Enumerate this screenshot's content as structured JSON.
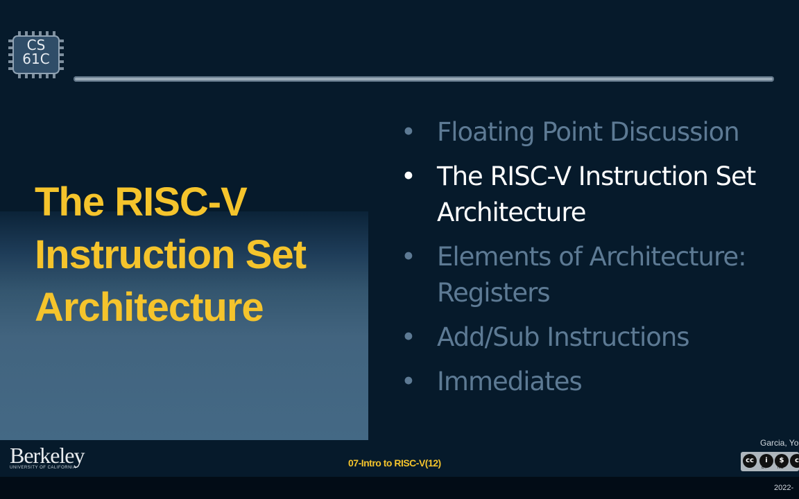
{
  "logo": {
    "line1": "CS",
    "line2": "61C"
  },
  "title": {
    "line1": "The RISC-V",
    "line2": "Instruction Set",
    "line3": "Architecture"
  },
  "agenda": [
    {
      "bullet": "•",
      "text": "Floating Point Discussion"
    },
    {
      "bullet": "•",
      "line1": "The RISC-V Instruction Set",
      "line2": "Architecture"
    },
    {
      "bullet": "•",
      "line1": "Elements of Architecture:",
      "line2": "Registers"
    },
    {
      "bullet": "•",
      "text": "Add/Sub Instructions"
    },
    {
      "bullet": "•",
      "text": "Immediates"
    }
  ],
  "footer": {
    "institution": "Berkeley",
    "institution_sub": "UNIVERSITY OF CALIFORNIA",
    "lecture": "07-Intro to RISC-V",
    "page": "(12)",
    "author": "Garcia, Yo",
    "license_by": "BY",
    "license_nc": "NC",
    "year": "2022-"
  },
  "colors": {
    "accent": "#f5c42c",
    "dim": "#5d7a94",
    "active": "#ffffff",
    "background": "#061a2b"
  }
}
